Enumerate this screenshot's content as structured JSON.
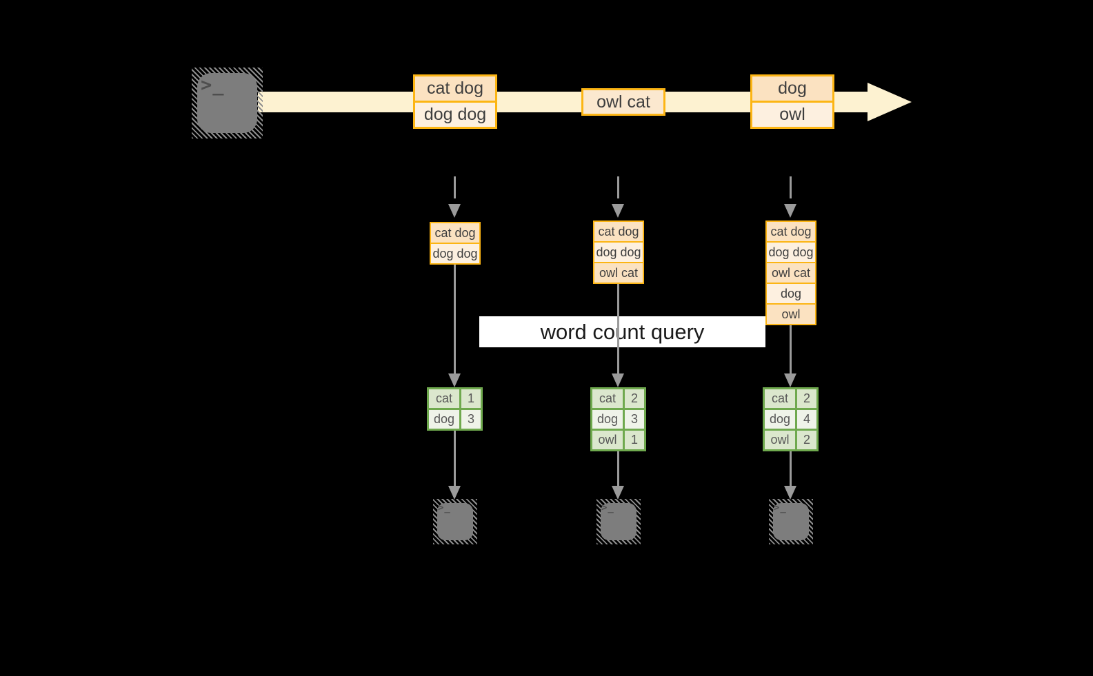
{
  "query_label": "word count query",
  "icons": {
    "terminal_prompt": ">_"
  },
  "timeline": {
    "events": [
      {
        "rows": [
          "cat dog",
          "dog dog"
        ]
      },
      {
        "rows": [
          "owl cat"
        ]
      },
      {
        "rows": [
          "dog",
          "owl"
        ]
      }
    ]
  },
  "columns": [
    {
      "buffer": [
        "cat dog",
        "dog dog"
      ],
      "counts": [
        {
          "word": "cat",
          "value": "1"
        },
        {
          "word": "dog",
          "value": "3"
        }
      ]
    },
    {
      "buffer": [
        "cat dog",
        "dog dog",
        "owl cat"
      ],
      "counts": [
        {
          "word": "cat",
          "value": "2"
        },
        {
          "word": "dog",
          "value": "3"
        },
        {
          "word": "owl",
          "value": "1"
        }
      ]
    },
    {
      "buffer": [
        "cat dog",
        "dog dog",
        "owl cat",
        "dog",
        "owl"
      ],
      "counts": [
        {
          "word": "cat",
          "value": "2"
        },
        {
          "word": "dog",
          "value": "4"
        },
        {
          "word": "owl",
          "value": "2"
        }
      ]
    }
  ],
  "colors": {
    "background": "#000000",
    "stream_band": "#fdf2d1",
    "record_border": "#fcb514",
    "record_fill_dark": "#fbe2c1",
    "record_fill_light": "#fdf0e0",
    "table_border": "#6fa94e",
    "table_fill_dark": "#dbe7cd",
    "table_fill_light": "#eff3e9",
    "connector_gray": "#9b9b9b",
    "query_box_bg": "#ffffff"
  }
}
